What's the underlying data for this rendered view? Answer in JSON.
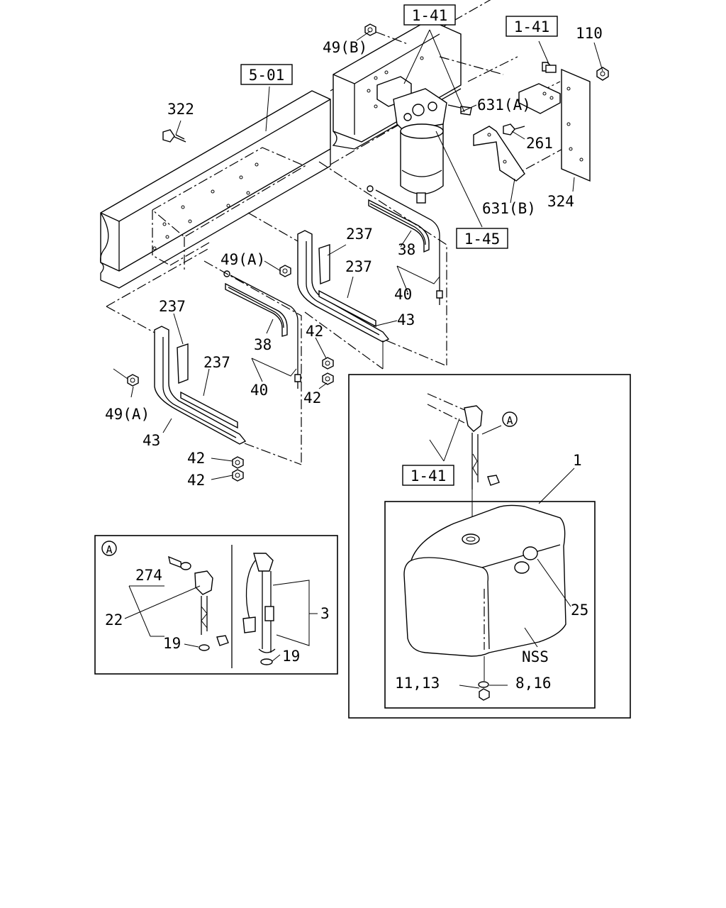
{
  "refs": {
    "r1": "1-41",
    "r2": "1-41",
    "r3": "5-01",
    "r4": "1-45",
    "r5": "1-41"
  },
  "labels": {
    "l49b": "49(B)",
    "l110": "110",
    "l322": "322",
    "l631a": "631(A)",
    "l261": "261",
    "l631b": "631(B)",
    "l324": "324",
    "l237a": "237",
    "l38a": "38",
    "l237b": "237",
    "l49a1": "49(A)",
    "l40a": "40",
    "l43a": "43",
    "l237c": "237",
    "l42a": "42",
    "l237d": "237",
    "l38b": "38",
    "l40b": "40",
    "l42b": "42",
    "l49a2": "49(A)",
    "l43b": "43",
    "l42c": "42",
    "l42d": "42",
    "l1": "1",
    "l25": "25",
    "lnss": "NSS",
    "l1113": "11,13",
    "l816": "8,16",
    "l274": "274",
    "l22": "22",
    "l19a": "19",
    "l3": "3",
    "l19b": "19"
  },
  "callouts": {
    "circle_a_main": "A",
    "circle_a_inset": "A"
  }
}
